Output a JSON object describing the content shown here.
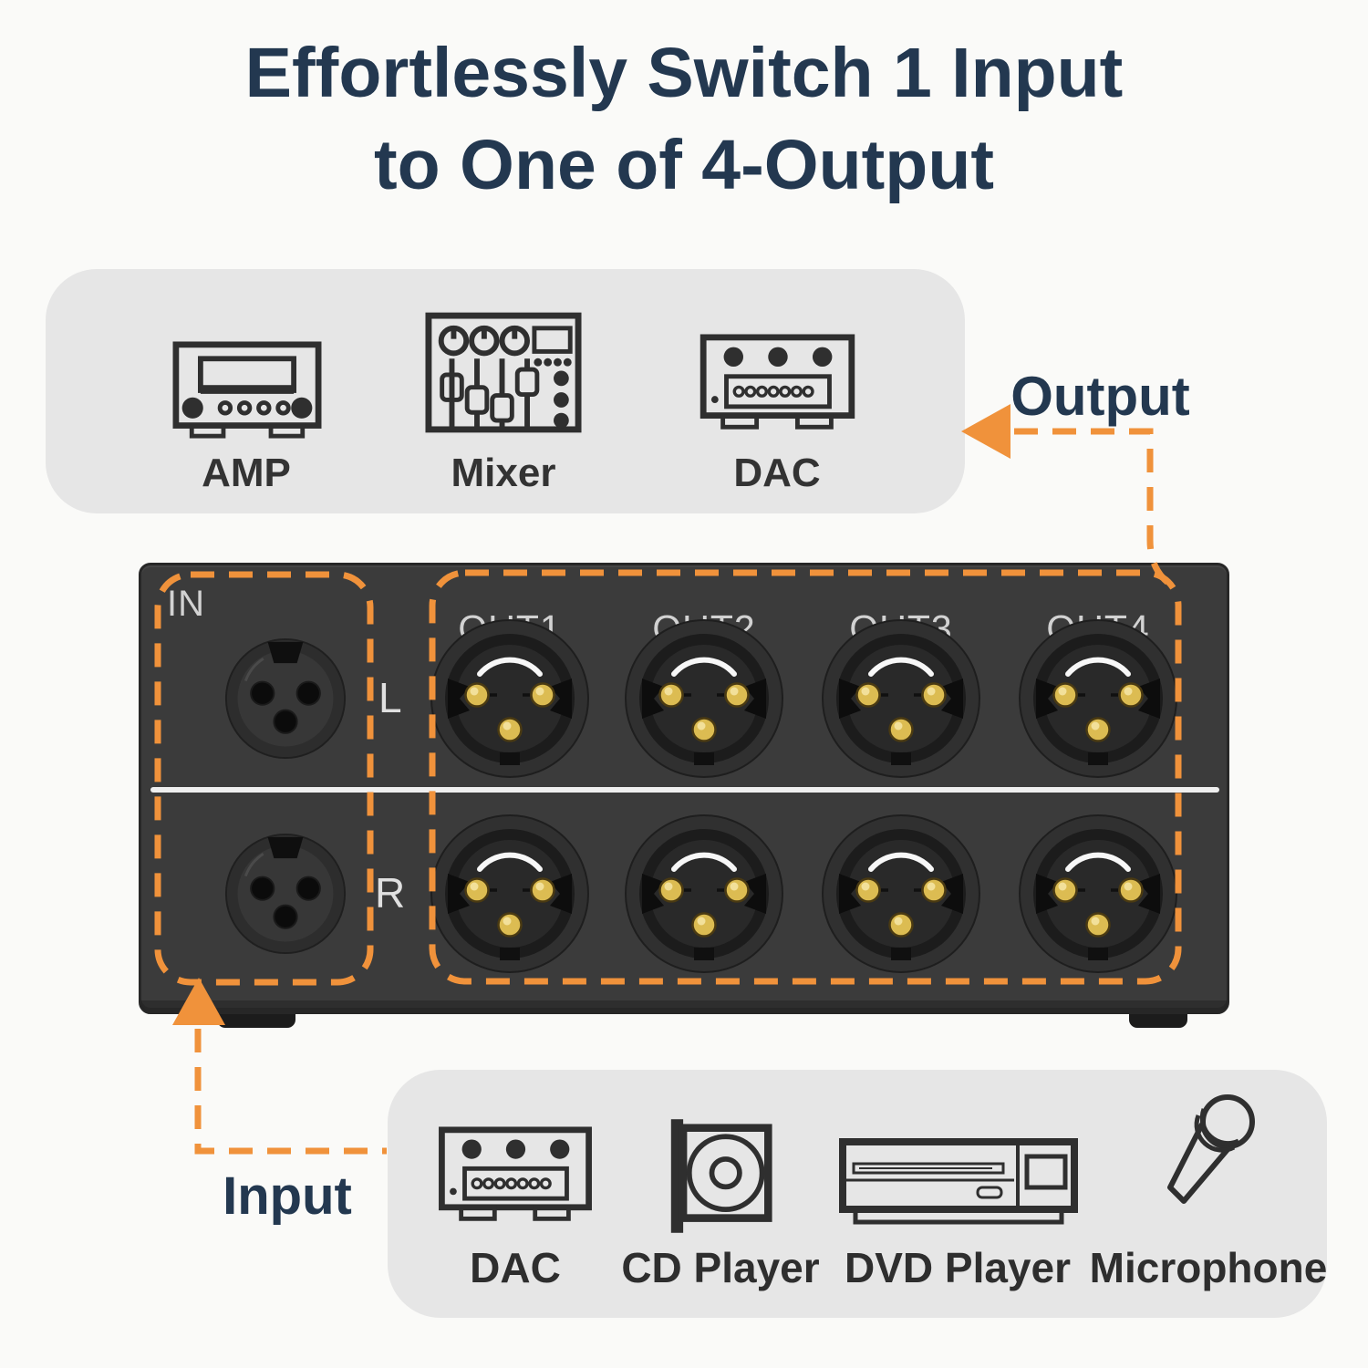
{
  "title": {
    "line1": "Effortlessly Switch 1 Input",
    "line2": "to One of 4-Output"
  },
  "connections": {
    "output_label": "Output",
    "input_label": "Input"
  },
  "output_devices_box": {
    "devices": [
      {
        "label": "AMP",
        "icon": "amp-icon"
      },
      {
        "label": "Mixer",
        "icon": "mixer-icon"
      },
      {
        "label": "DAC",
        "icon": "dac-icon"
      }
    ]
  },
  "input_devices_box": {
    "devices": [
      {
        "label": "DAC",
        "icon": "dac-icon"
      },
      {
        "label": "CD Player",
        "icon": "cd-player-icon"
      },
      {
        "label": "DVD Player",
        "icon": "dvd-player-icon"
      },
      {
        "label": "Microphone",
        "icon": "microphone-icon"
      }
    ]
  },
  "panel": {
    "in_label": "IN",
    "out_labels": [
      "OUT1",
      "OUT2",
      "OUT3",
      "OUT4"
    ],
    "channel_labels": [
      "L",
      "R"
    ]
  },
  "colors": {
    "accent_orange": "#F0923B",
    "title_navy": "#233850",
    "panel_dark": "#3B3B3B",
    "box_gray": "#E6E6E6",
    "pin_gold": "#DCBC52",
    "panel_text": "#D2D2D2",
    "page_bg": "#FAFAF8"
  }
}
